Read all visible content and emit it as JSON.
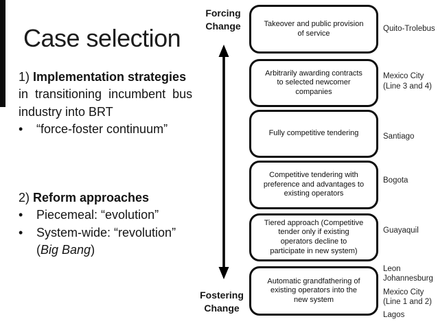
{
  "slide": {
    "title": "Case selection",
    "bullet_char": "•",
    "section1": {
      "number": "1)",
      "heading": "Implementation strategies",
      "line2": "in transitioning incumbent bus",
      "line3": "industry into BRT",
      "bullet1": "“force-foster continuum”"
    },
    "section2": {
      "number": "2)",
      "heading": "Reform approaches",
      "bullet1": "Piecemeal: “evolution”",
      "bullet2": "System-wide: “revolution”",
      "bullet2_cont_pre": "(",
      "bullet2_cont_italic": "Big Bang",
      "bullet2_cont_post": ")"
    },
    "axis": {
      "top_label": "Forcing\nChange",
      "bottom_label": "Fostering\nChange",
      "arrow_color": "#000000"
    },
    "boxes": [
      {
        "text": "Takeover and public provision\nof service",
        "city": "Quito-Trolebus"
      },
      {
        "text": "Arbitrarily awarding contracts\nto selected newcomer\ncompanies",
        "city": "Mexico City\n(Line 3 and 4)"
      },
      {
        "text": "Fully competitive tendering",
        "city": "Santiago"
      },
      {
        "text": "Competitive tendering with\npreference and advantages to\nexisting operators",
        "city": "Bogota"
      },
      {
        "text": "Tiered approach (Competitive\ntender only if existing\noperators decline to\nparticipate in new system)",
        "city": "Guayaquil"
      },
      {
        "text": "Automatic grandfathering of\nexisting operators into the\nnew system",
        "cities": [
          "Leon",
          "Johannesburg",
          "Mexico City\n(Line 1 and 2)",
          "Lagos"
        ]
      }
    ]
  }
}
